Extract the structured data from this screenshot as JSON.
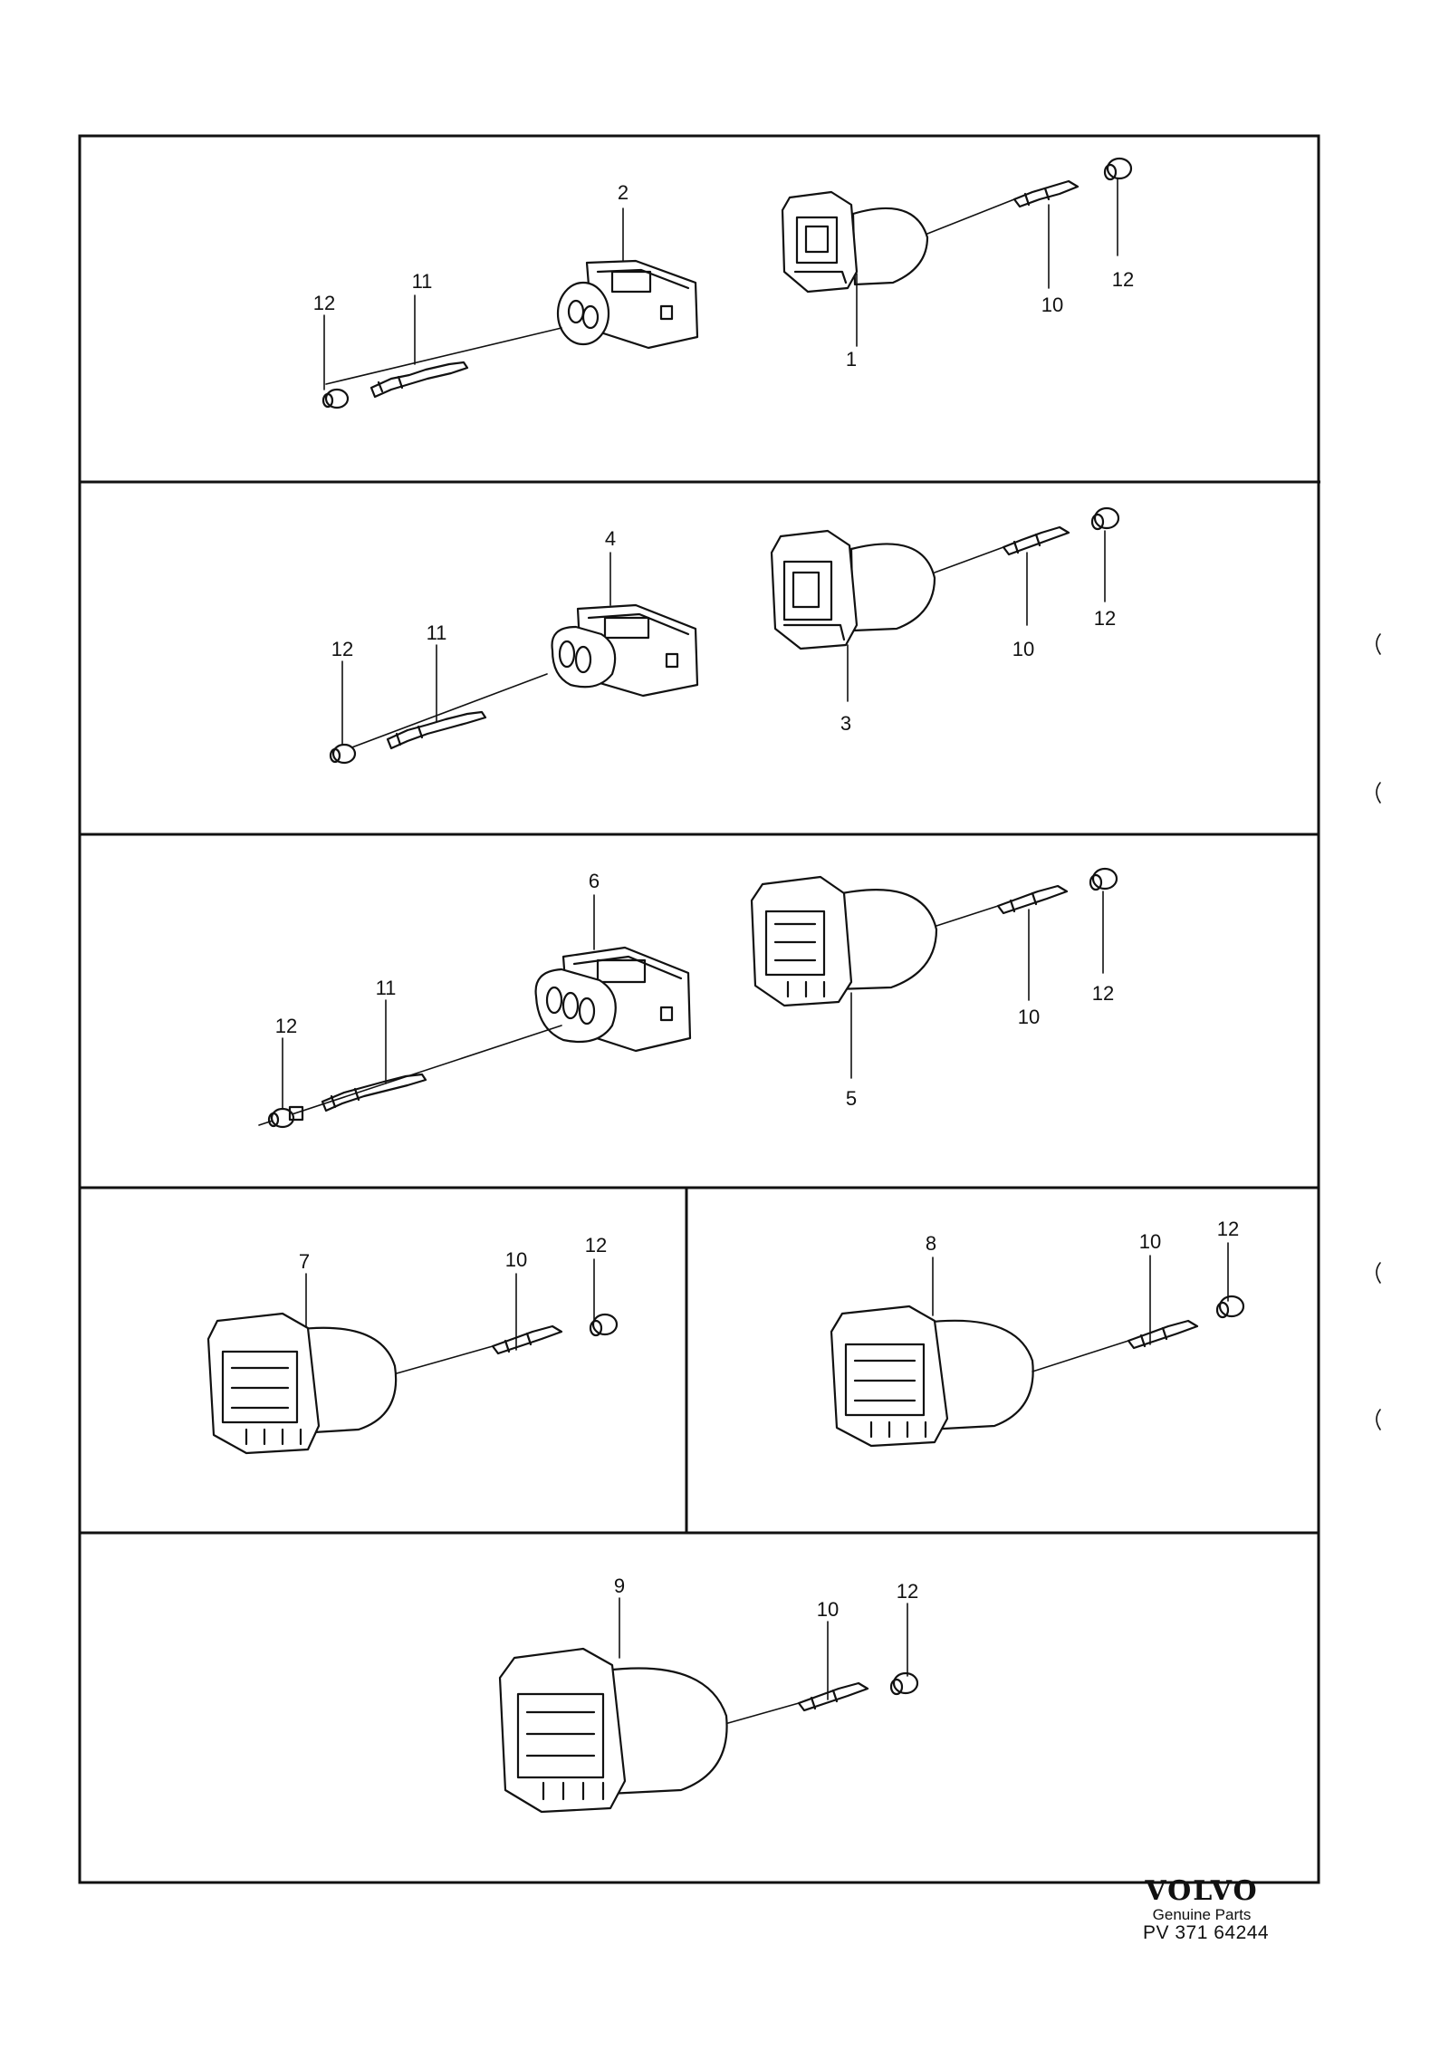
{
  "callouts": [
    {
      "id": "c1",
      "text": "1"
    },
    {
      "id": "c2",
      "text": "2"
    },
    {
      "id": "c10a",
      "text": "10"
    },
    {
      "id": "c11a",
      "text": "11"
    },
    {
      "id": "c12a",
      "text": "12"
    },
    {
      "id": "c12b",
      "text": "12"
    },
    {
      "id": "c3",
      "text": "3"
    },
    {
      "id": "c4",
      "text": "4"
    },
    {
      "id": "c10b",
      "text": "10"
    },
    {
      "id": "c11b",
      "text": "11"
    },
    {
      "id": "c12c",
      "text": "12"
    },
    {
      "id": "c12d",
      "text": "12"
    },
    {
      "id": "c5",
      "text": "5"
    },
    {
      "id": "c6",
      "text": "6"
    },
    {
      "id": "c10c",
      "text": "10"
    },
    {
      "id": "c11c",
      "text": "11"
    },
    {
      "id": "c12e",
      "text": "12"
    },
    {
      "id": "c12f",
      "text": "12"
    },
    {
      "id": "c7",
      "text": "7"
    },
    {
      "id": "c10d",
      "text": "10"
    },
    {
      "id": "c12g",
      "text": "12"
    },
    {
      "id": "c8",
      "text": "8"
    },
    {
      "id": "c10e",
      "text": "10"
    },
    {
      "id": "c12h",
      "text": "12"
    },
    {
      "id": "c9",
      "text": "9"
    },
    {
      "id": "c10f",
      "text": "10"
    },
    {
      "id": "c12i",
      "text": "12"
    }
  ],
  "brand": {
    "logo": "VOLVO",
    "subtitle": "Genuine Parts",
    "code": "PV 371 64244"
  }
}
